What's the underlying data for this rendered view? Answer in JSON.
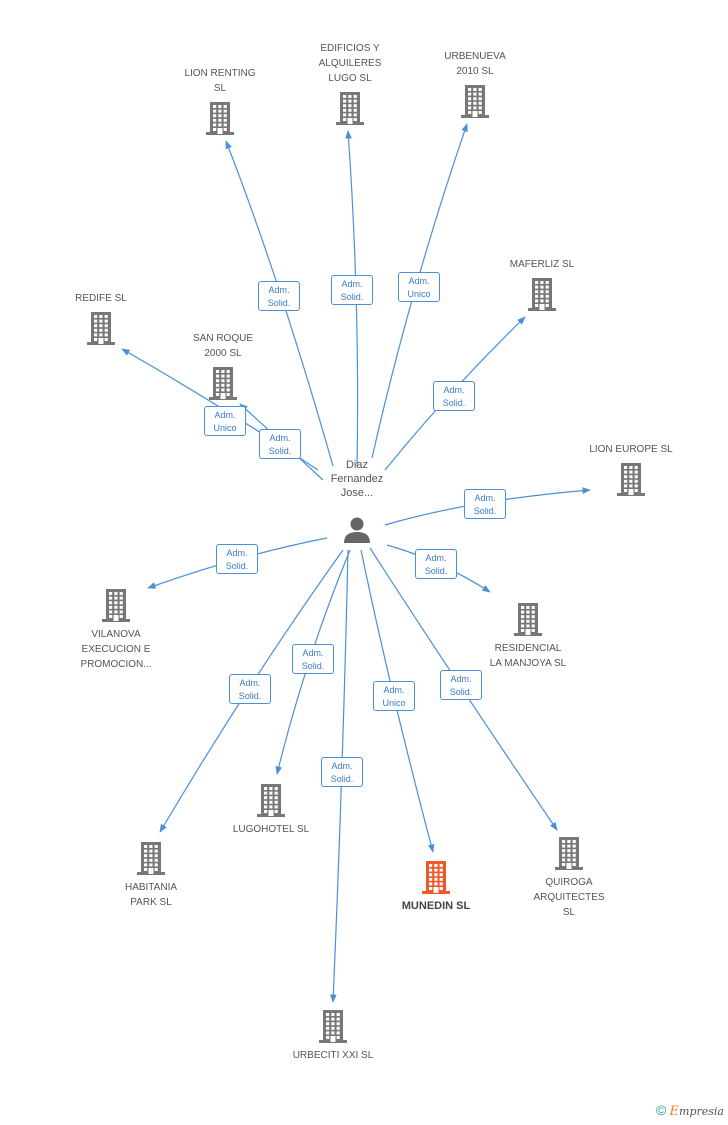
{
  "center": {
    "label": "Diaz\nFernandez\nJose...",
    "icon": "person-icon"
  },
  "companies": [
    {
      "id": "lion-renting",
      "label": "LION RENTING\nSL",
      "relation": "Adm.\nSolid.",
      "highlight": false
    },
    {
      "id": "edificios-alquileres-lugo",
      "label": "EDIFICIOS Y\nALQUILERES\nLUGO SL",
      "relation": "Adm.\nSolid.",
      "highlight": false
    },
    {
      "id": "urbenueva-2010",
      "label": "URBENUEVA\n2010 SL",
      "relation": "Adm.\nUnico",
      "highlight": false
    },
    {
      "id": "maferliz",
      "label": "MAFERLIZ SL",
      "relation": "Adm.\nSolid.",
      "highlight": false
    },
    {
      "id": "redife",
      "label": "REDIFE SL",
      "relation": "Adm.\nUnico",
      "highlight": false
    },
    {
      "id": "san-roque-2000",
      "label": "SAN ROQUE\n2000 SL",
      "relation": "Adm.\nSolid.",
      "highlight": false
    },
    {
      "id": "lion-europe",
      "label": "LION EUROPE SL",
      "relation": "Adm.\nSolid.",
      "highlight": false
    },
    {
      "id": "vilanova-execucion",
      "label": "VILANOVA\nEXECUCION E\nPROMOCION...",
      "relation": "Adm.\nSolid.",
      "highlight": false
    },
    {
      "id": "residencial-la-manjoya",
      "label": "RESIDENCIAL\nLA MANJOYA SL",
      "relation": "Adm.\nSolid.",
      "highlight": false
    },
    {
      "id": "habitania-park",
      "label": "HABITANIA\nPARK SL",
      "relation": "Adm.\nSolid.",
      "highlight": false
    },
    {
      "id": "lugohotel",
      "label": "LUGOHOTEL SL",
      "relation": "Adm.\nSolid.",
      "highlight": false
    },
    {
      "id": "munedin",
      "label": "MUNEDIN SL",
      "relation": "Adm.\nUnico",
      "highlight": true
    },
    {
      "id": "quiroga-arquitectes",
      "label": "QUIROGA\nARQUITECTES\nSL",
      "relation": "Adm.\nSolid.",
      "highlight": false
    },
    {
      "id": "urbeciti-xxi",
      "label": "URBECITI XXI SL",
      "relation": "Adm.\nSolid.",
      "highlight": false
    }
  ],
  "colors": {
    "edge": "#4a90d9",
    "building": "#777777",
    "building_highlight": "#f0582a",
    "person": "#666666",
    "badge_border": "#4a90d9",
    "badge_text": "#3a7bc8",
    "label": "#555555"
  },
  "footer": {
    "copyright": "©",
    "brand_initial": "E",
    "brand_rest": "mpresia"
  }
}
